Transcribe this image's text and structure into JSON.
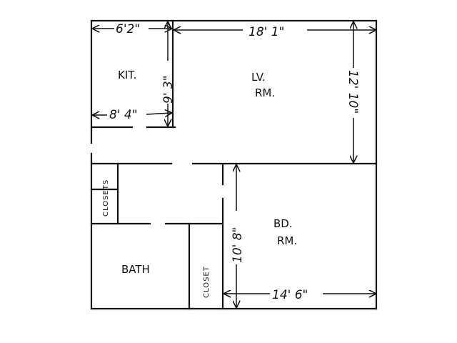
{
  "rooms": {
    "kitchen": "KIT.",
    "living_line1": "LV.",
    "living_line2": "RM.",
    "bedroom_line1": "BD.",
    "bedroom_line2": "RM.",
    "bath": "BATH",
    "closets": "CLOSETS",
    "closet": "CLOSET"
  },
  "dimensions": {
    "kitchen_width_top": "6'2\"",
    "kitchen_width_bottom": "8' 4\"",
    "kitchen_depth": "9' 3\"",
    "living_width": "18' 1\"",
    "living_depth": "12' 10\"",
    "bedroom_depth": "10' 8\"",
    "bedroom_width": "14' 6\""
  }
}
